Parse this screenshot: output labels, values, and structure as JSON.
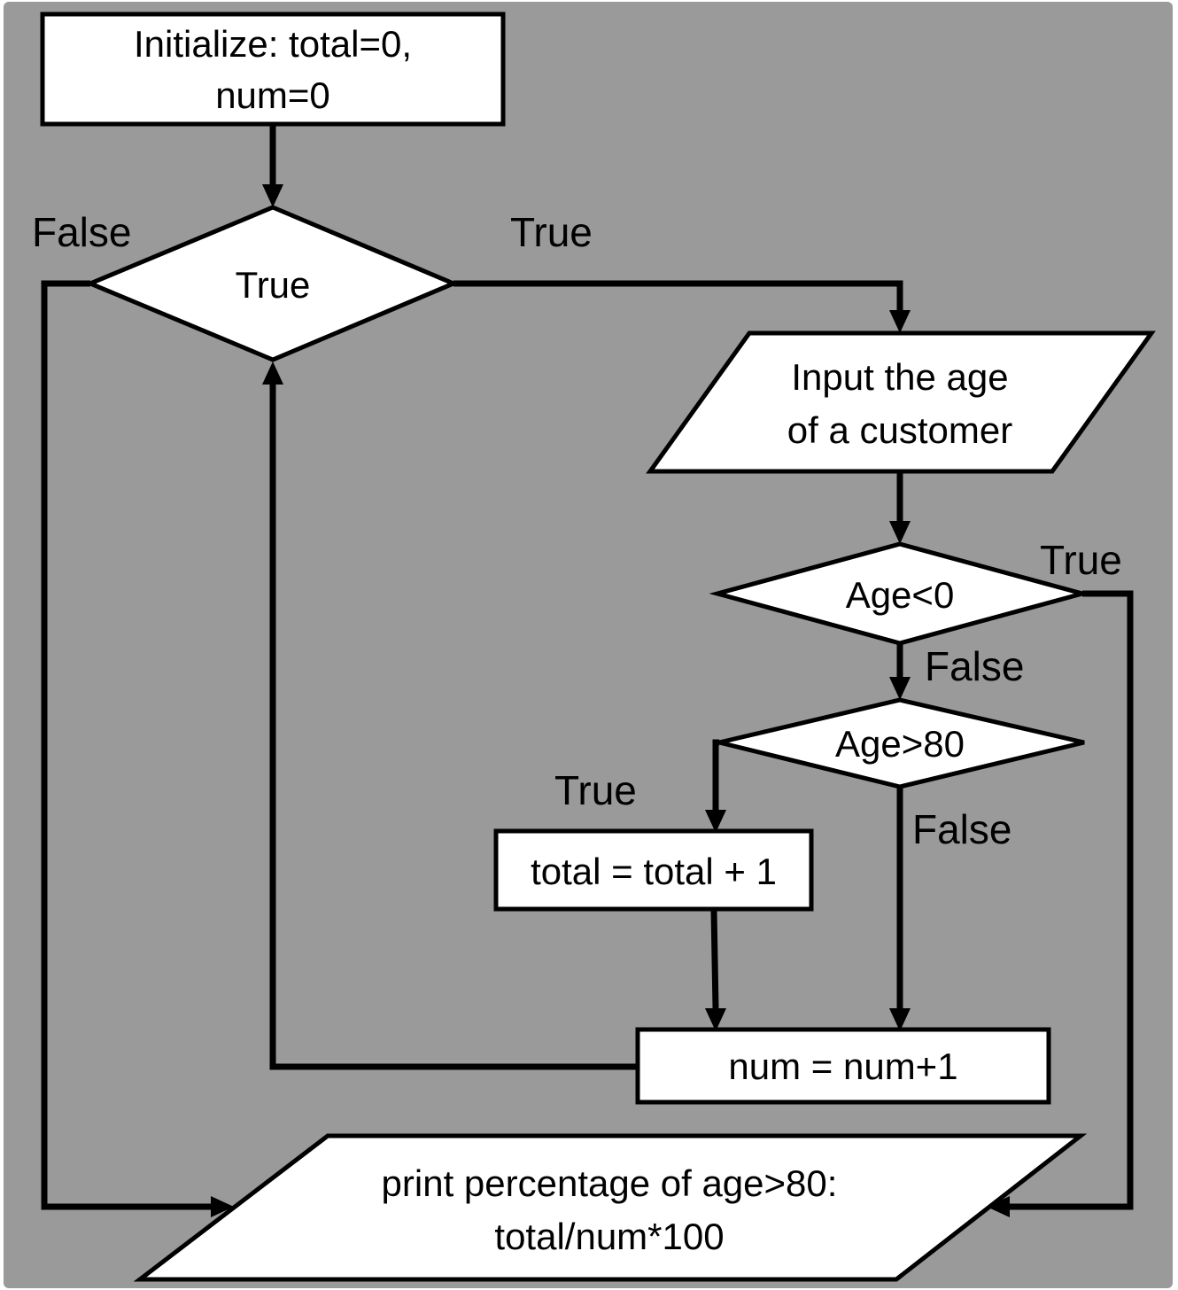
{
  "colors": {
    "background": "#9a9a9a",
    "node_fill": "#ffffff",
    "stroke": "#000000",
    "text": "#000000"
  },
  "nodes": {
    "init": {
      "line1": "Initialize: total=0,",
      "line2": "num=0"
    },
    "loop_condition": {
      "label": "True"
    },
    "input_age": {
      "line1": "Input the age",
      "line2": "of a customer"
    },
    "age_negative": {
      "label": "Age<0"
    },
    "age_over_80": {
      "label": "Age>80"
    },
    "increment_total": {
      "label": "total = total + 1"
    },
    "increment_num": {
      "label": "num = num+1"
    },
    "print_result": {
      "line1": "print percentage of age>80:",
      "line2": "total/num*100"
    }
  },
  "edge_labels": {
    "loop_false": "False",
    "loop_true": "True",
    "age_negative_true": "True",
    "age_negative_false": "False",
    "age_over_80_true": "True",
    "age_over_80_false": "False"
  }
}
